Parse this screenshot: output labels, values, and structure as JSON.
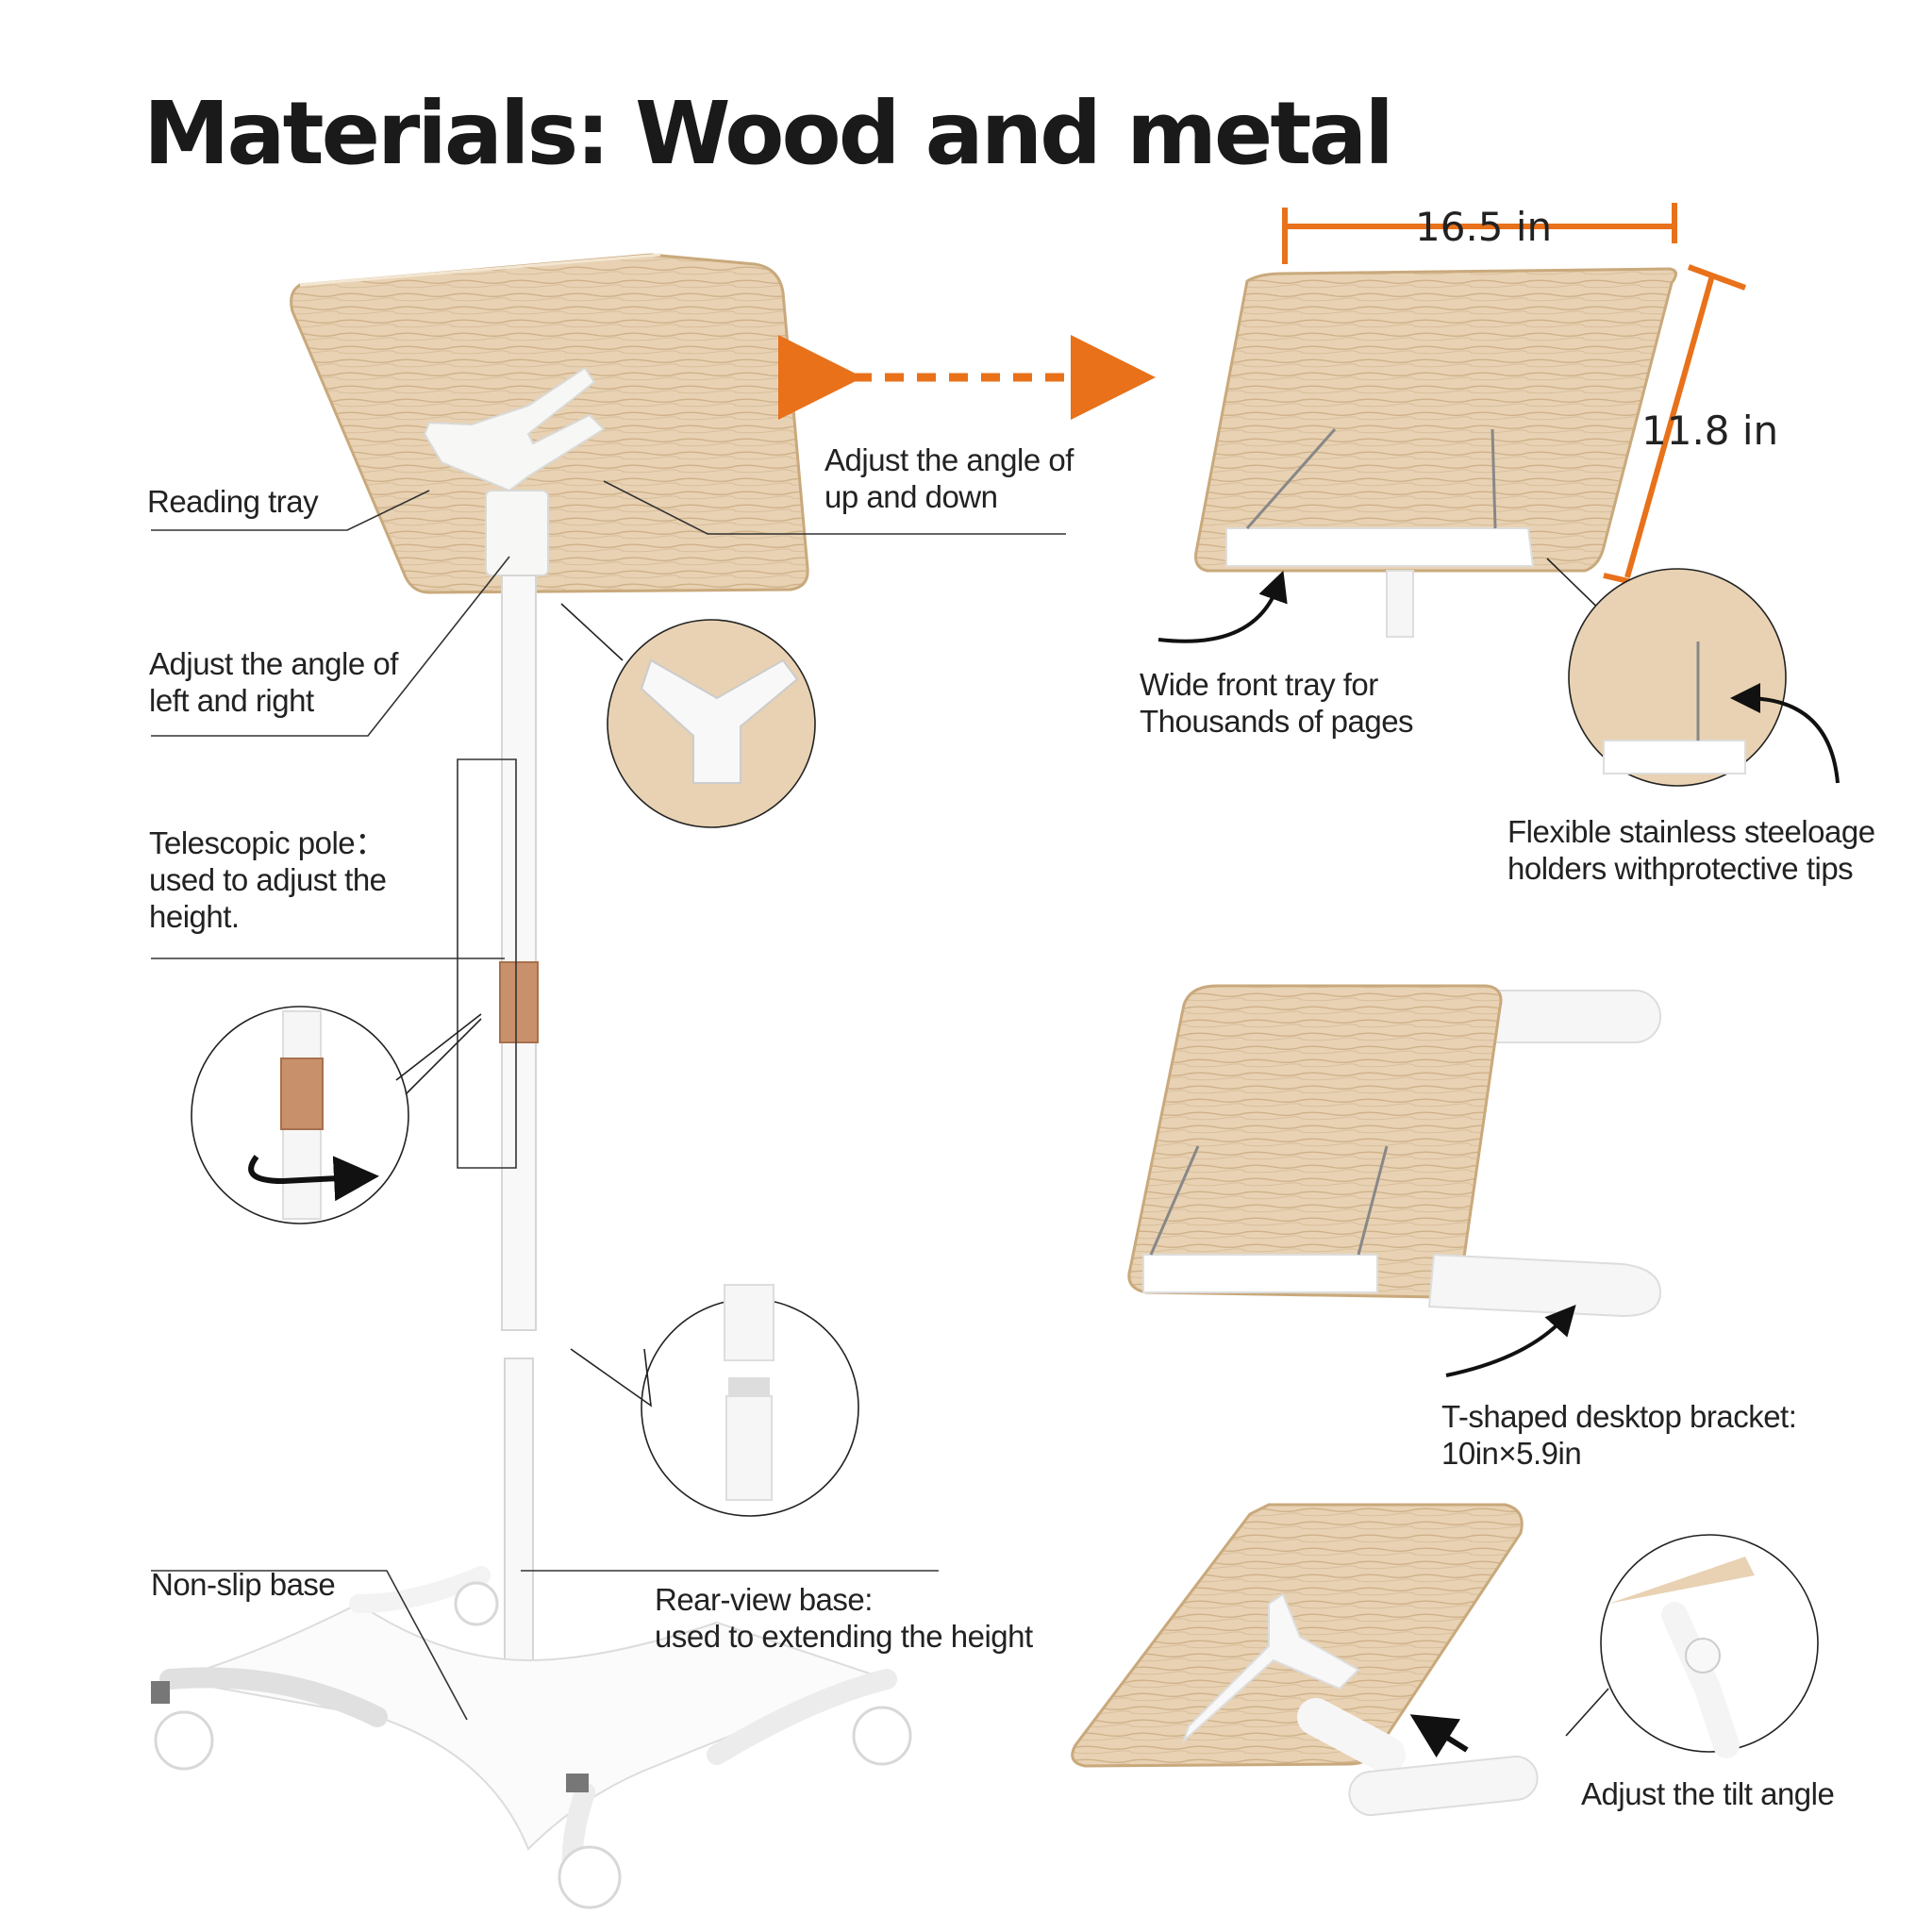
{
  "title": "Materials: Wood and metal",
  "labels": {
    "reading_tray": "Reading tray",
    "adjust_up_down": [
      "Adjust the angle of",
      "up and down"
    ],
    "adjust_left_right": [
      "Adjust the angle of",
      "left and right"
    ],
    "telescopic_pole": [
      "Telescopic pole：",
      "used to adjust the",
      "height."
    ],
    "non_slip_base": "Non-slip base",
    "rear_view_base": [
      "Rear-view base:",
      "used to extending the height"
    ],
    "wide_front_tray": [
      "Wide front tray for",
      "Thousands of pages"
    ],
    "flexible_holders": [
      "Flexible stainless steeloage",
      "holders withprotective tips"
    ],
    "t_bracket": [
      "T-shaped desktop bracket:",
      "10in×5.9in"
    ],
    "adjust_tilt": "Adjust  the tilt angle"
  },
  "dimensions": {
    "width": "16.5 in",
    "depth": "11.8 in"
  },
  "colors": {
    "accent": "#e8711a",
    "wood": "#e6cfae",
    "wood_grain": "#cdb08a",
    "copper": "#c9906c",
    "line": "#333333"
  }
}
